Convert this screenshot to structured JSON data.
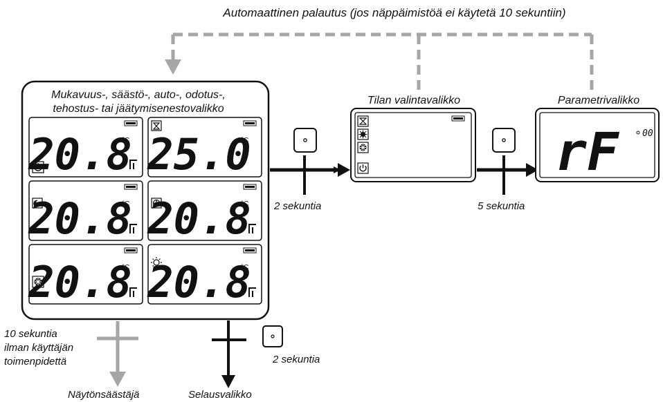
{
  "top_note": "Automaattinen palautus (jos näppäimistöä ei käytetä 10 sekuntiin)",
  "main_menu": {
    "title_line1": "Mukavuus-, säästö-, auto-, odotus-,",
    "title_line2": "tehostus- tai jäätymisenestovalikko",
    "screens": [
      {
        "digits": "20.8",
        "icon": "power-icon"
      },
      {
        "digits": "25.0",
        "icon": "hourglass-icon"
      },
      {
        "digits": "20.8",
        "icon": "moon-icon"
      },
      {
        "digits": "20.8",
        "icon": "clock-icon"
      },
      {
        "digits": "20.8",
        "icon": "snowflake-icon"
      },
      {
        "digits": "20.8",
        "icon": "sun-icon"
      }
    ],
    "unit": "°C"
  },
  "mode_menu": {
    "title": "Tilan valintavalikko"
  },
  "param_menu": {
    "title": "Parametrivalikko",
    "display": "rF",
    "sub": "00"
  },
  "arrows": {
    "to_mode": "2 sekuntia",
    "to_param": "5 sekuntia",
    "to_browse": "2 sekuntia"
  },
  "screensaver": {
    "note_line1": "10 sekuntia",
    "note_line2": "ilman käyttäjän",
    "note_line3": "toimenpidettä",
    "label": "Näytönsäästäjä"
  },
  "browse": {
    "label": "Selausvalikko"
  },
  "colors": {
    "line": "#111111",
    "dashed": "#a6a6a6"
  }
}
